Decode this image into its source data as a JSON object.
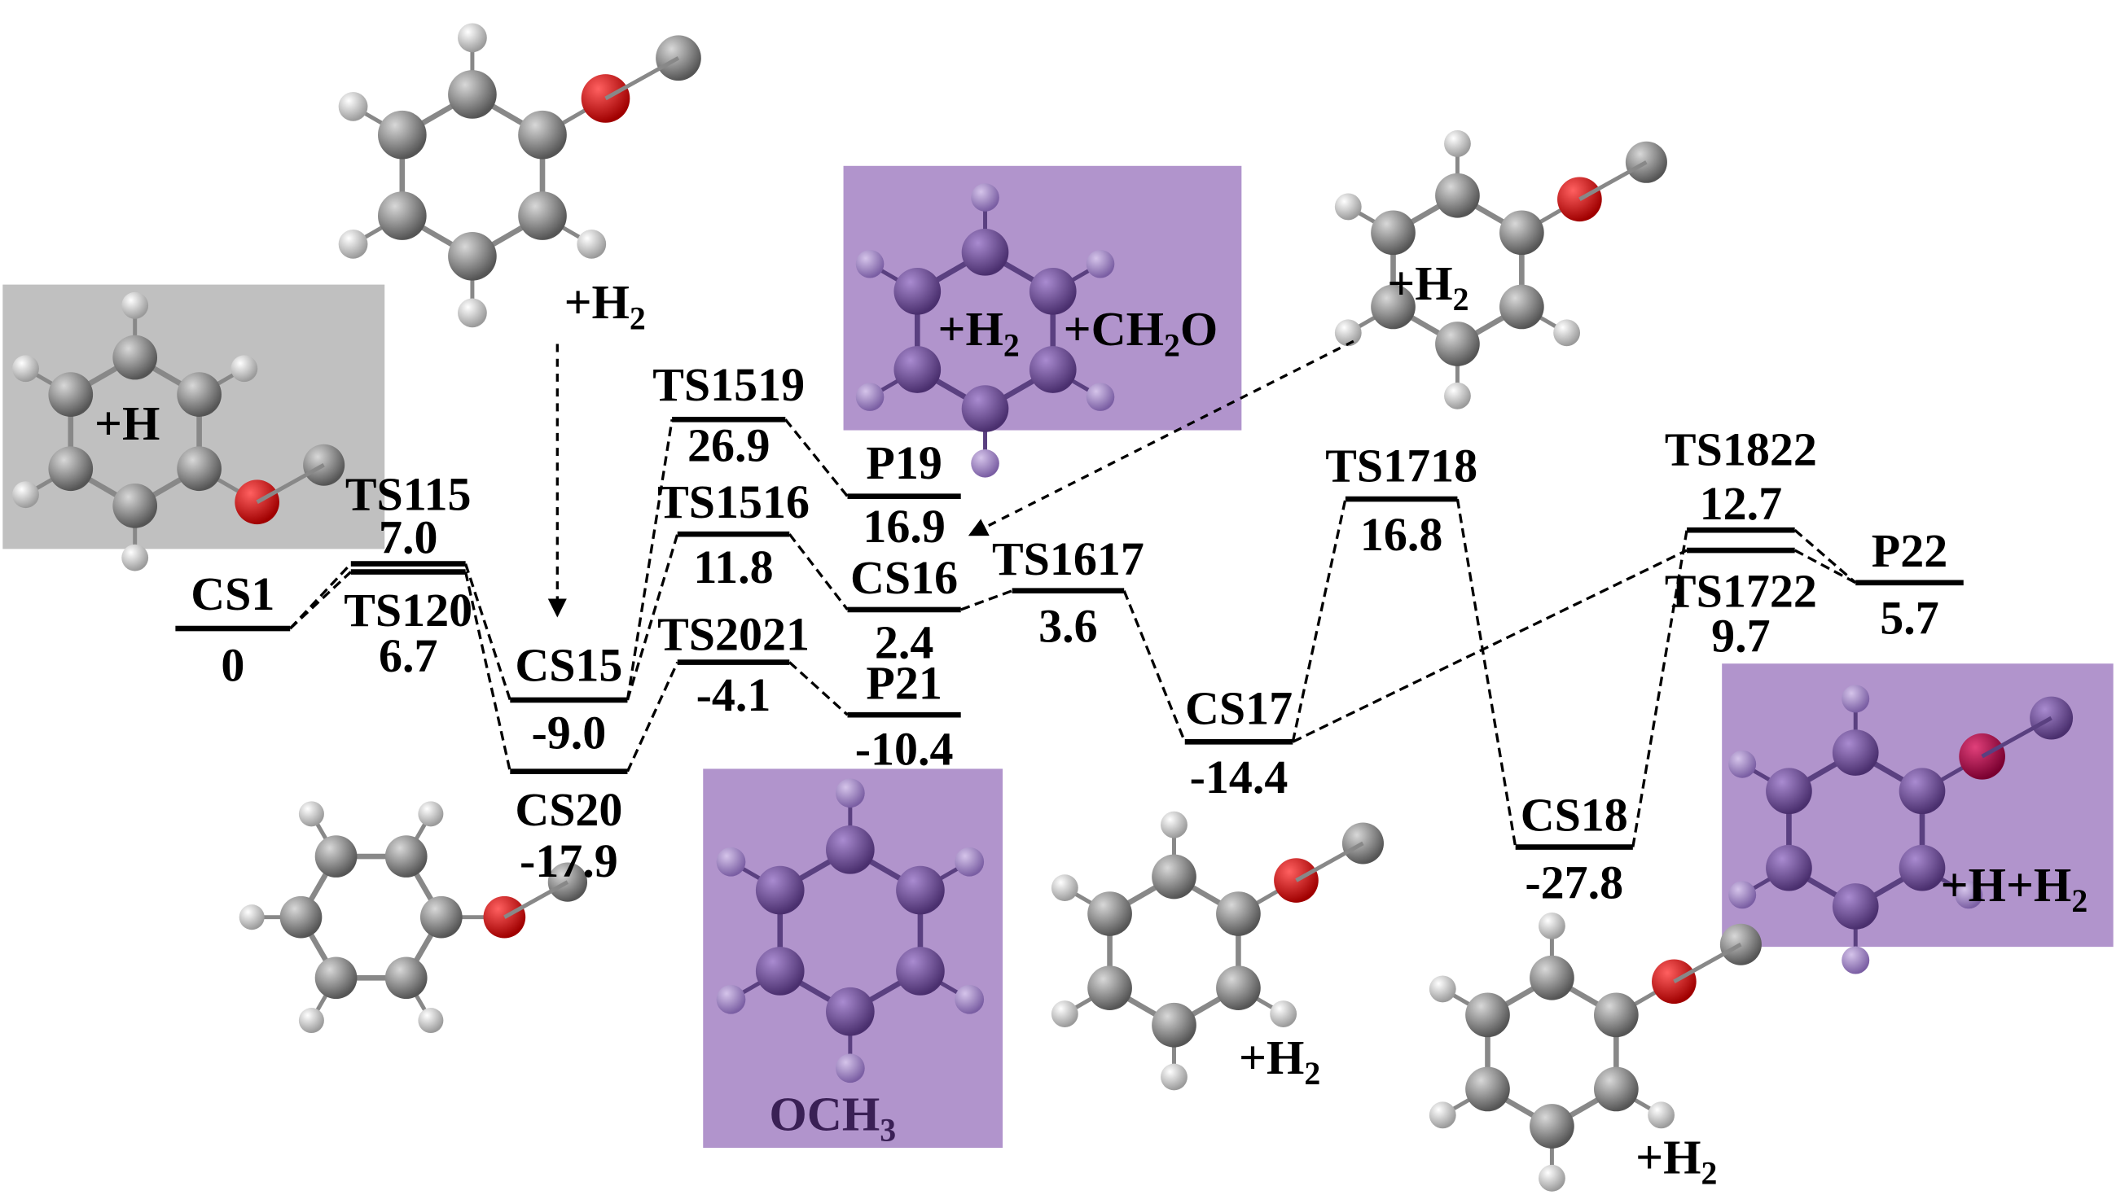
{
  "diagram": {
    "type": "energy-profile",
    "levels": [
      {
        "id": "CS1",
        "name": "CS1",
        "energy": "0"
      },
      {
        "id": "TS115",
        "name": "TS115",
        "energy": "7.0"
      },
      {
        "id": "TS120",
        "name": "TS120",
        "energy": "6.7"
      },
      {
        "id": "CS15",
        "name": "CS15",
        "energy": "-9.0"
      },
      {
        "id": "CS20",
        "name": "CS20",
        "energy": "-17.9"
      },
      {
        "id": "TS1519",
        "name": "TS1519",
        "energy": "26.9"
      },
      {
        "id": "TS1516",
        "name": "TS1516",
        "energy": "11.8"
      },
      {
        "id": "TS2021",
        "name": "TS2021",
        "energy": "-4.1"
      },
      {
        "id": "P19",
        "name": "P19",
        "energy": "16.9"
      },
      {
        "id": "CS16",
        "name": "CS16",
        "energy": "2.4"
      },
      {
        "id": "P21",
        "name": "P21",
        "energy": "-10.4"
      },
      {
        "id": "TS1617",
        "name": "TS1617",
        "energy": "3.6"
      },
      {
        "id": "CS17",
        "name": "CS17",
        "energy": "-14.4"
      },
      {
        "id": "TS1718",
        "name": "TS1718",
        "energy": "16.8"
      },
      {
        "id": "CS18",
        "name": "CS18",
        "energy": "-27.8"
      },
      {
        "id": "TS1822",
        "name": "TS1822",
        "energy": "12.7"
      },
      {
        "id": "TS1722",
        "name": "TS1722",
        "energy": "9.7"
      },
      {
        "id": "P22",
        "name": "P22",
        "energy": "5.7"
      }
    ],
    "connections": [
      [
        "CS1",
        "TS115"
      ],
      [
        "CS1",
        "TS120"
      ],
      [
        "TS115",
        "CS15"
      ],
      [
        "TS120",
        "CS20"
      ],
      [
        "CS15",
        "TS1519"
      ],
      [
        "CS15",
        "TS1516"
      ],
      [
        "CS20",
        "TS2021"
      ],
      [
        "TS1519",
        "P19"
      ],
      [
        "TS1516",
        "CS16"
      ],
      [
        "TS2021",
        "P21"
      ],
      [
        "CS16",
        "TS1617"
      ],
      [
        "TS1617",
        "CS17"
      ],
      [
        "CS17",
        "TS1718"
      ],
      [
        "CS17",
        "TS1722"
      ],
      [
        "TS1718",
        "CS18"
      ],
      [
        "CS18",
        "TS1822"
      ],
      [
        "TS1822",
        "P22"
      ],
      [
        "TS1722",
        "P22"
      ]
    ],
    "annotations": {
      "plus_h": {
        "pre": "+H",
        "sub": "",
        "post": ""
      },
      "top_h2": {
        "pre": "+H",
        "sub": "2",
        "post": ""
      },
      "p19_h2": {
        "pre": "+H",
        "sub": "2",
        "post": ""
      },
      "p19_ch2o": {
        "pre": "+CH",
        "sub": "2",
        "post": "O"
      },
      "right_h2": {
        "pre": "+H",
        "sub": "2",
        "post": ""
      },
      "p21_och3": {
        "pre": "OCH",
        "sub": "3",
        "post": ""
      },
      "cs17_h2": {
        "pre": "+H",
        "sub": "2",
        "post": ""
      },
      "cs18_h2": {
        "pre": "+H",
        "sub": "2",
        "post": ""
      },
      "p22_hh2": {
        "pre": "+H+H",
        "sub": "2",
        "post": ""
      }
    },
    "colors": {
      "gray_box": "#c0c0c0",
      "purple_box": "#b194cc",
      "carbon": "#7a7a7a",
      "hydrogen": "#e6e6e6",
      "oxygen": "#e00000",
      "purple_atom": "#6a4c8c",
      "purple_h": "#9a7ec0"
    }
  }
}
